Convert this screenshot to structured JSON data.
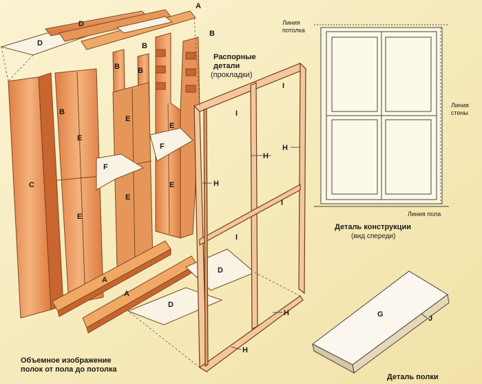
{
  "colors": {
    "background": "#f6efc9",
    "wood_light": "#f1b27a",
    "wood_mid": "#e48a4e",
    "wood_dark": "#c8642e",
    "panel_white": "#f8f4ea",
    "outline": "#6b3d1a"
  },
  "part_labels": {
    "a": "A",
    "b": "B",
    "c": "C",
    "d": "D",
    "e": "E",
    "f": "F",
    "g": "G",
    "h": "H",
    "i": "I",
    "j": "J"
  },
  "callouts": {
    "spacers_line1": "Распорные",
    "spacers_line2": "детали",
    "spacers_line3": "(прокладки)",
    "ceiling_line1": "Линия",
    "ceiling_line2": "потолка",
    "wall_line1": "Линия",
    "wall_line2": "стены",
    "floor_line": "Линия пола"
  },
  "captions": {
    "front_title": "Деталь конструкции",
    "front_sub": "(вид спереди)",
    "iso_line1": "Объемное изображение",
    "iso_line2": "полок от пола до потолка",
    "shelf_title": "Деталь полки"
  }
}
